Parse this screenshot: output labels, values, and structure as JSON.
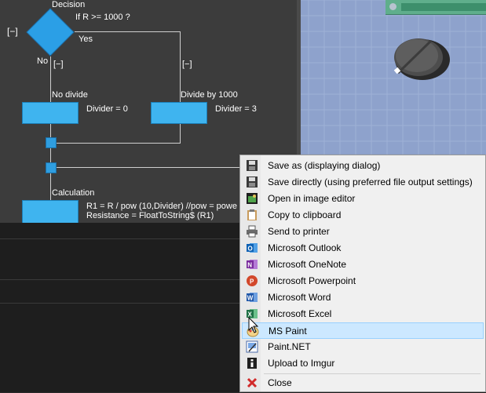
{
  "flowchart": {
    "decision_title": "Decision",
    "condition": "If  R >= 1000 ?",
    "collapse_left": "[−]",
    "yes_label": "Yes",
    "no_label": "No",
    "collapse_no": "[−]",
    "collapse_yes": "[−]",
    "no_branch_title": "No divide",
    "no_branch_stmt": "Divider = 0",
    "yes_branch_title": "Divide by 1000",
    "yes_branch_stmt": "Divider = 3",
    "calc_title": "Calculation",
    "calc_line1": "R1 = R / pow (10,Divider) //pow = powe",
    "calc_line2": "Resistance = FloatToString$ (R1)"
  },
  "context_menu": {
    "items": [
      {
        "label": "Save as (displaying dialog)",
        "icon": "floppy-icon"
      },
      {
        "label": "Save directly (using preferred file output settings)",
        "icon": "floppy-icon"
      },
      {
        "label": "Open in image editor",
        "icon": "image-editor-icon"
      },
      {
        "label": "Copy to clipboard",
        "icon": "clipboard-icon"
      },
      {
        "label": "Send to printer",
        "icon": "printer-icon"
      },
      {
        "label": "Microsoft Outlook",
        "icon": "outlook-icon"
      },
      {
        "label": "Microsoft OneNote",
        "icon": "onenote-icon"
      },
      {
        "label": "Microsoft Powerpoint",
        "icon": "powerpoint-icon"
      },
      {
        "label": "Microsoft Word",
        "icon": "word-icon"
      },
      {
        "label": "Microsoft Excel",
        "icon": "excel-icon"
      },
      {
        "label": "MS Paint",
        "icon": "mspaint-icon"
      },
      {
        "label": "Paint.NET",
        "icon": "paintnet-icon"
      },
      {
        "label": "Upload to Imgur",
        "icon": "imgur-icon"
      },
      {
        "label": "Close",
        "icon": "close-icon"
      }
    ],
    "highlighted_item": "MS Paint"
  },
  "colors": {
    "flow_background": "#3c3c3c",
    "flow_shape": "#3fb4ef",
    "viewport_background": "#8ea2cc",
    "menu_highlight": "#cce8ff"
  }
}
